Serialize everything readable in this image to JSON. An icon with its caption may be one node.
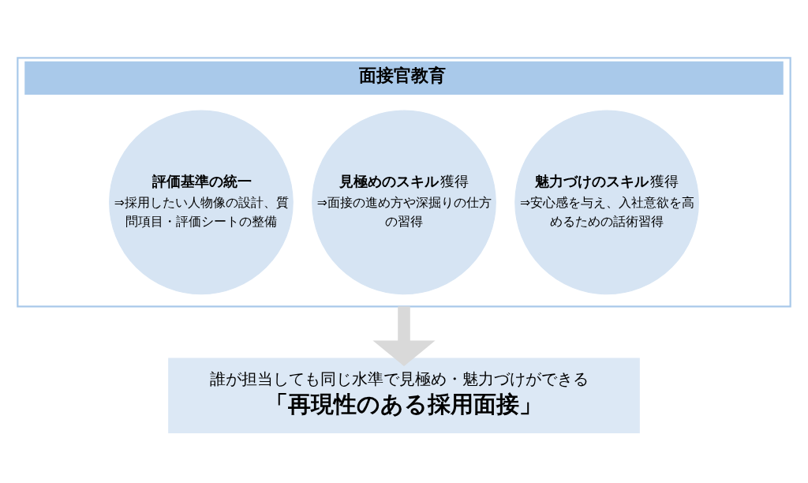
{
  "diagram": {
    "nodes": [
      {
        "text": [
          "面接官教育"
        ]
      },
      {
        "text": [
          "評価基準の統一",
          "⇒採用したい人物像の設計、質問項目・評価シートの整備"
        ],
        "in": 0
      },
      {
        "text": [
          "**見極めのスキル**獲得",
          "⇒面接の進め方や深掘りの仕方の習得"
        ],
        "in": 0
      },
      {
        "text": [
          "**魅力づけのスキル**獲得",
          "⇒安心感を与え、入社意欲を高めるための話術習得"
        ],
        "in": 0
      },
      {
        "text": [
          "誰が担当しても同じ水準で見極め・魅力づけができる",
          "「再現性のある採用面接」"
        ]
      }
    ],
    "edges": [
      {
        "from": 0,
        "to": 4,
        "arrow": "to",
        "color": "#d9d9d9"
      }
    ]
  }
}
